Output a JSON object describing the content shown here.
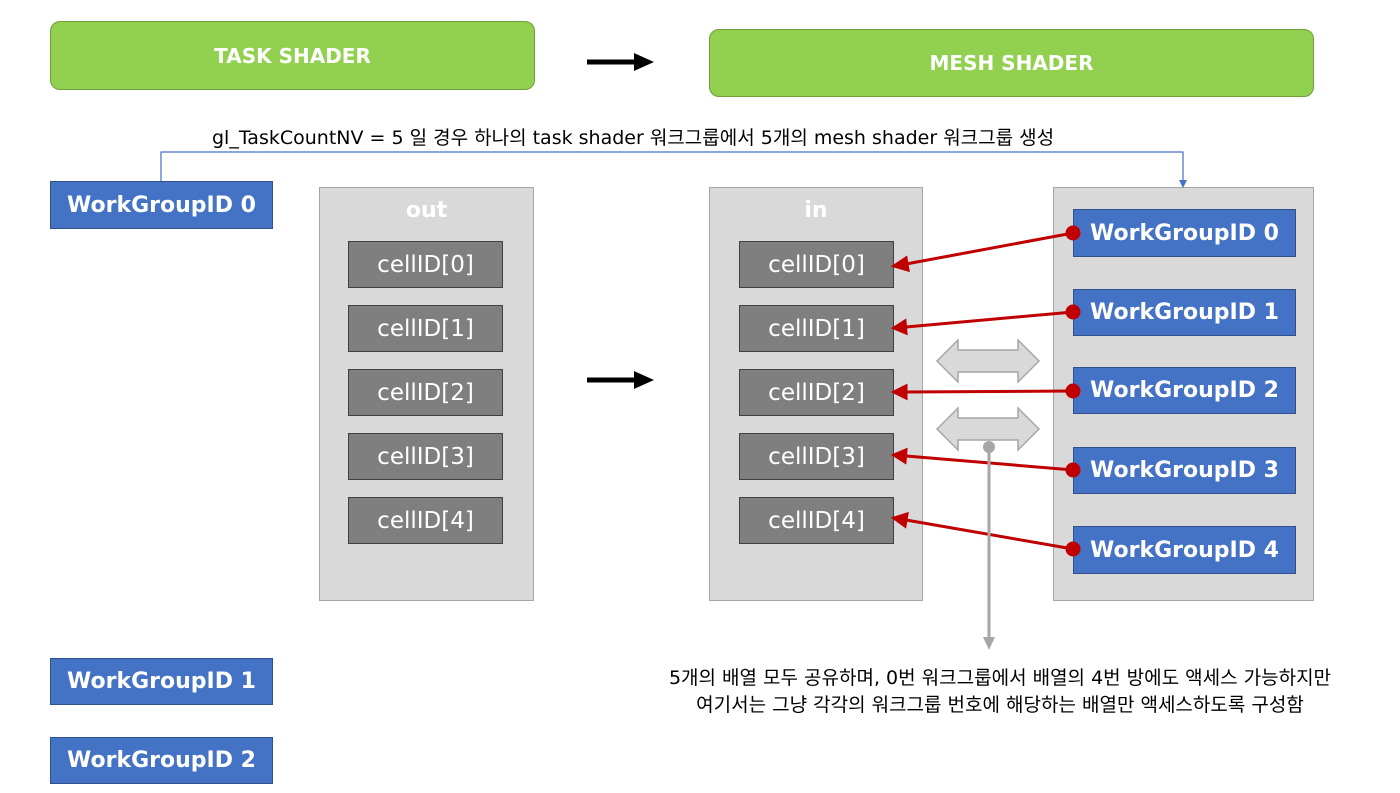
{
  "shaders": {
    "task": "TASK SHADER",
    "mesh": "MESH SHADER"
  },
  "caption": "gl_TaskCountNV = 5 일 경우 하나의 task shader 워크그룹에서 5개의 mesh shader 워크그룹 생성",
  "left_workgroups": [
    "WorkGroupID 0",
    "WorkGroupID 1",
    "WorkGroupID 2"
  ],
  "out_panel": {
    "title": "out",
    "cells": [
      "cellID[0]",
      "cellID[1]",
      "cellID[2]",
      "cellID[3]",
      "cellID[4]"
    ]
  },
  "in_panel": {
    "title": "in",
    "cells": [
      "cellID[0]",
      "cellID[1]",
      "cellID[2]",
      "cellID[3]",
      "cellID[4]"
    ]
  },
  "mesh_workgroups": [
    "WorkGroupID 0",
    "WorkGroupID 1",
    "WorkGroupID 2",
    "WorkGroupID 3",
    "WorkGroupID 4"
  ],
  "note": {
    "line1": "5개의 배열 모두 공유하며, 0번 워크그룹에서 배열의 4번 방에도 액세스 가능하지만",
    "line2": "여기서는 그냥 각각의 워크그룹 번호에 해당하는 배열만 액세스하도록 구성함"
  },
  "colors": {
    "shader_green": "#92d050",
    "workgroup_blue": "#4472c4",
    "panel_gray": "#d9d9d9",
    "cell_gray": "#7f7f7f",
    "connector_red": "#c00000"
  }
}
